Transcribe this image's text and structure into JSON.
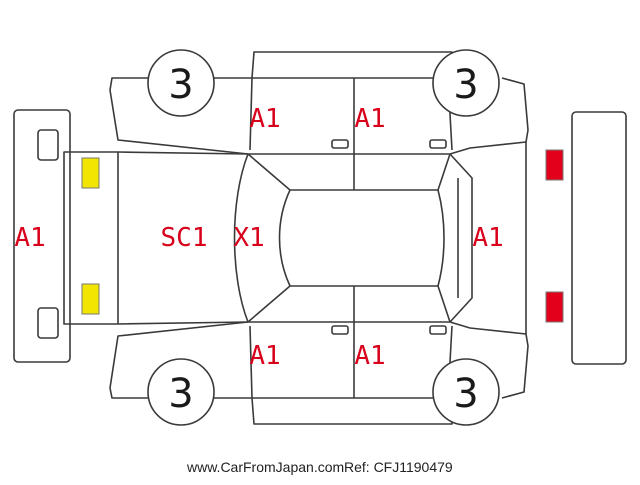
{
  "diagram": {
    "damage_codes": [
      {
        "id": "front-bumper",
        "code": "A1"
      },
      {
        "id": "hood",
        "code": "SC1"
      },
      {
        "id": "windshield",
        "code": "X1"
      },
      {
        "id": "front-left-door",
        "code": "A1"
      },
      {
        "id": "rear-left-door",
        "code": "A1"
      },
      {
        "id": "front-right-door",
        "code": "A1"
      },
      {
        "id": "rear-right-door",
        "code": "A1"
      },
      {
        "id": "rear-end",
        "code": "A1"
      }
    ],
    "tires": [
      {
        "id": "front-left",
        "value": "3"
      },
      {
        "id": "rear-left",
        "value": "3"
      },
      {
        "id": "front-right",
        "value": "3"
      },
      {
        "id": "rear-right",
        "value": "3"
      }
    ],
    "colors": {
      "damage_text": "#d9001b",
      "headlight": "#f2e600",
      "taillight": "#e3001b",
      "outline": "#3a3a3a"
    }
  },
  "footer": {
    "site": "www.CarFromJapan.com",
    "ref": "Ref: CFJ1190479"
  }
}
